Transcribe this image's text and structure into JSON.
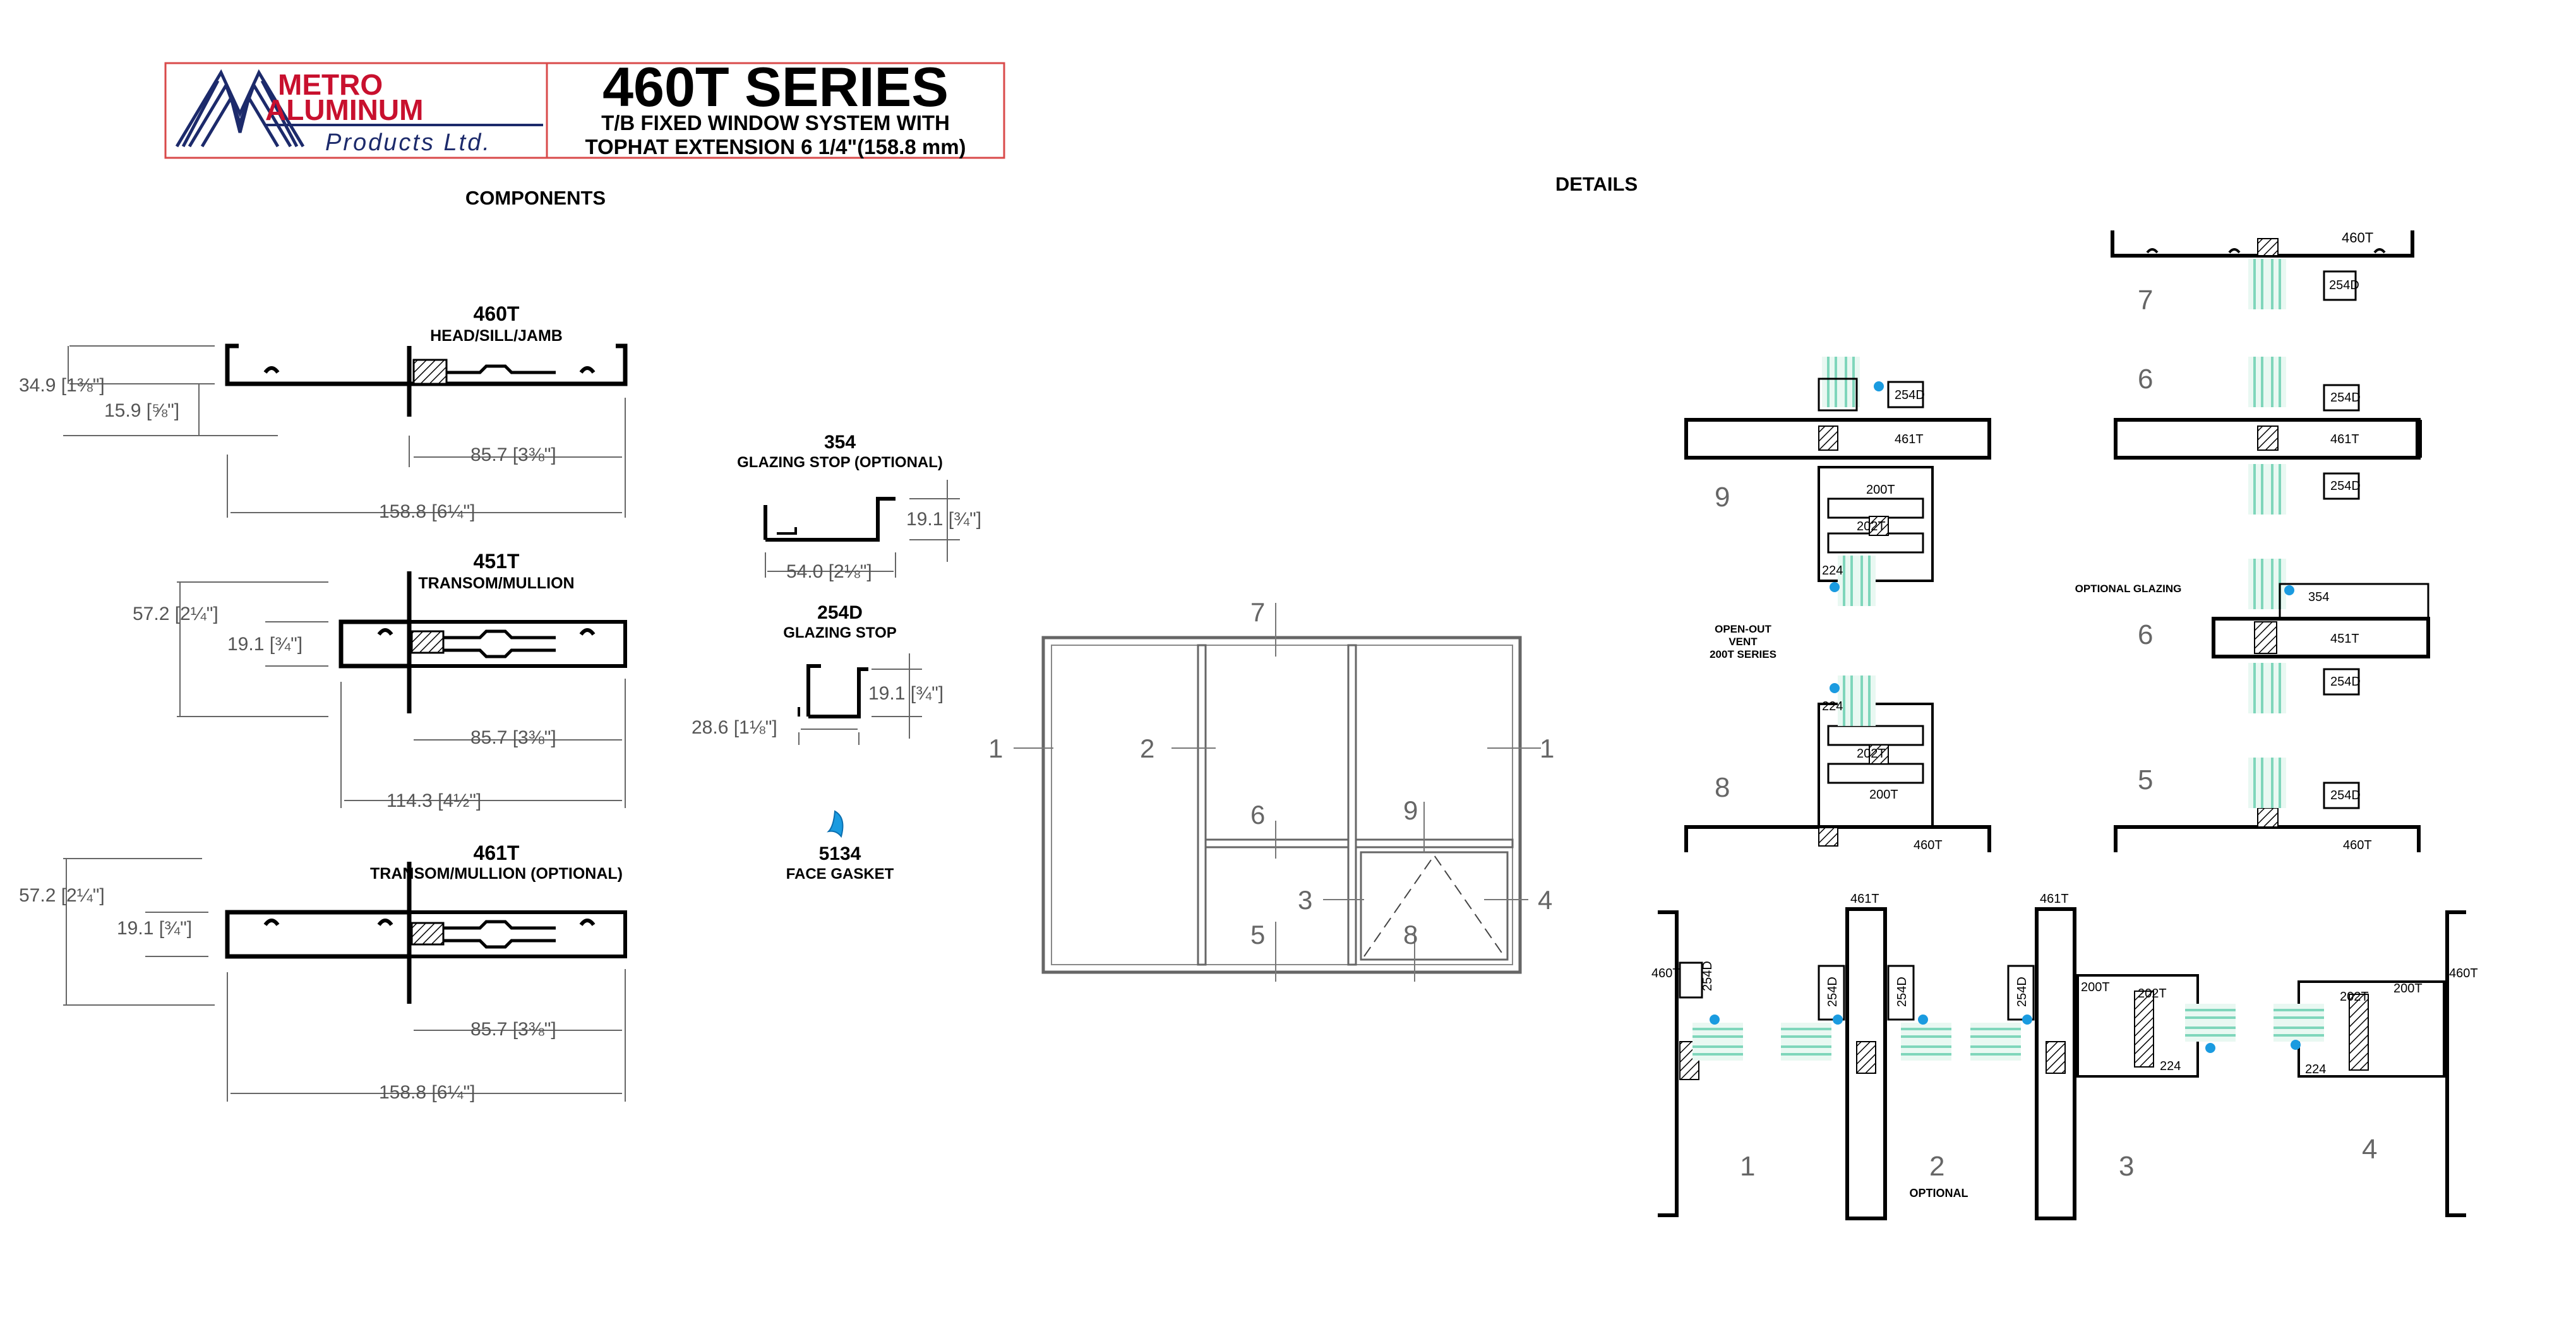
{
  "header": {
    "logo_line1": "METRO",
    "logo_line2": "ALUMINUM",
    "logo_line3": "Products Ltd.",
    "series": "460T SERIES",
    "subtitle1": "T/B FIXED WINDOW SYSTEM WITH",
    "subtitle2": "TOPHAT EXTENSION 6 1/4\"(158.8 mm)"
  },
  "sections": {
    "components": "COMPONENTS",
    "details": "DETAILS"
  },
  "components": {
    "p460t": {
      "code": "460T",
      "desc": "HEAD/SILL/JAMB",
      "dims": [
        "34.9 [1⅜\"]",
        "15.9 [⅝\"]",
        "85.7 [3⅜\"]",
        "158.8 [6¼\"]"
      ]
    },
    "p451t": {
      "code": "451T",
      "desc": "TRANSOM/MULLION",
      "dims": [
        "57.2 [2¼\"]",
        "19.1 [¾\"]",
        "85.7 [3⅜\"]",
        "114.3 [4½\"]"
      ]
    },
    "p461t": {
      "code": "461T",
      "desc": "TRANSOM/MULLION (OPTIONAL)",
      "dims": [
        "57.2 [2¼\"]",
        "19.1 [¾\"]",
        "85.7 [3⅜\"]",
        "158.8 [6¼\"]"
      ]
    },
    "p354": {
      "code": "354",
      "desc": "GLAZING STOP (OPTIONAL)",
      "dims": [
        "19.1 [¾\"]",
        "54.0 [2⅛\"]"
      ]
    },
    "p254d": {
      "code": "254D",
      "desc": "GLAZING STOP",
      "dims": [
        "19.1 [¾\"]",
        "28.6 [1⅛\"]"
      ]
    },
    "p5134": {
      "code": "5134",
      "desc": "FACE GASKET"
    }
  },
  "elevation": {
    "marks": [
      "7",
      "1",
      "2",
      "1",
      "6",
      "9",
      "3",
      "4",
      "5",
      "8"
    ]
  },
  "details": {
    "d7": {
      "num": "7",
      "labels": [
        "460T",
        "254D"
      ]
    },
    "d6a": {
      "num": "6",
      "labels": [
        "254D",
        "461T",
        "254D"
      ]
    },
    "d9": {
      "num": "9",
      "labels": [
        "254D",
        "461T",
        "200T",
        "202T",
        "224"
      ]
    },
    "opt_glazing": "OPTIONAL GLAZING",
    "d6b": {
      "num": "6",
      "labels": [
        "354",
        "451T",
        "254D"
      ]
    },
    "vent_note": [
      "OPEN-OUT",
      "VENT",
      "200T SERIES"
    ],
    "d8": {
      "num": "8",
      "labels": [
        "224",
        "202T",
        "200T",
        "460T"
      ]
    },
    "d5": {
      "num": "5",
      "labels": [
        "254D",
        "460T"
      ]
    },
    "d1": {
      "num": "1",
      "labels": [
        "460T",
        "254D"
      ]
    },
    "d2": {
      "num": "2",
      "labels": [
        "461T",
        "254D",
        "254D"
      ],
      "note": "OPTIONAL"
    },
    "d3": {
      "num": "3",
      "labels": [
        "461T",
        "254D",
        "200T",
        "202T",
        "224"
      ]
    },
    "d4": {
      "num": "4",
      "labels": [
        "460T",
        "200T",
        "202T",
        "224"
      ]
    }
  },
  "colors": {
    "logo_red": "#c8102e",
    "logo_navy": "#1c2a6b",
    "gasket_blue": "#1a9be0",
    "glass_green": "#7fd6bb",
    "title_border": "#d94a4a"
  }
}
